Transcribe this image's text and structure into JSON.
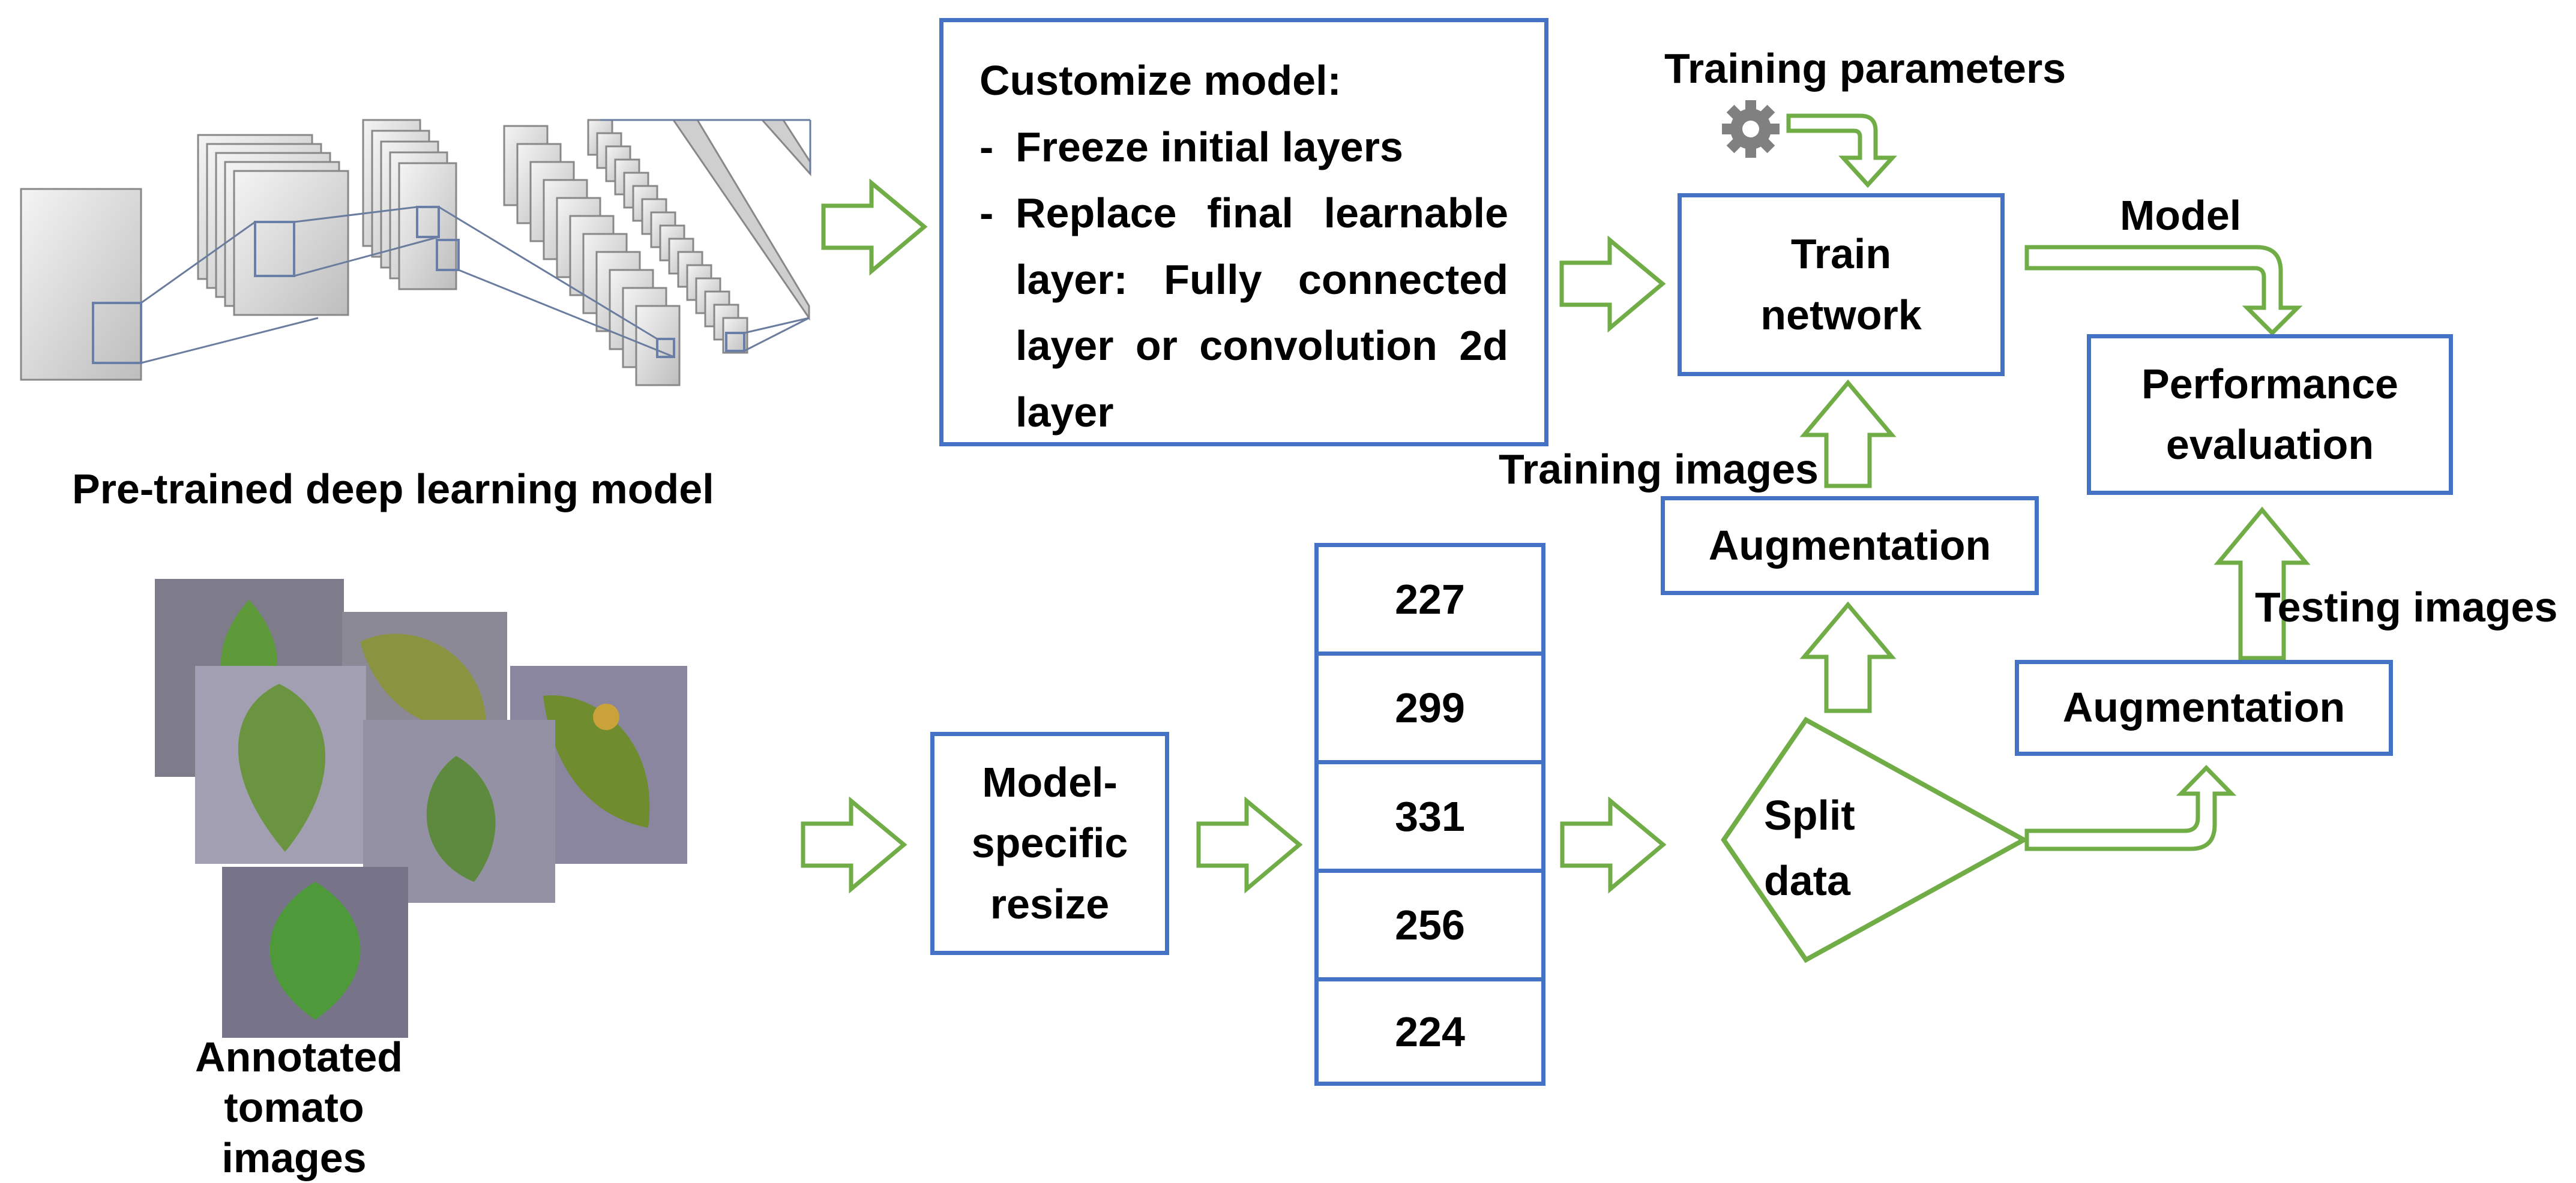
{
  "pretrained_label": "Pre-trained deep learning model",
  "images_label": "Annotated tomato images",
  "customize": {
    "title": "Customize model:",
    "steps": [
      "Freeze initial layers",
      "Replace final learnable layer: Fully connected layer or convolution 2d layer"
    ]
  },
  "training_parameters_label": "Training parameters",
  "train_network_label": "Train network",
  "model_label": "Model",
  "performance_label": "Performance evaluation",
  "training_images_label": "Training images",
  "testing_images_label": "Testing images",
  "augmentation_train_label": "Augmentation",
  "augmentation_test_label": "Augmentation",
  "resize_label": "Model-specific resize",
  "sizes": [
    "227",
    "299",
    "331",
    "256",
    "224"
  ],
  "split_label": "Split data",
  "icons": [
    "gear-icon"
  ],
  "colors": {
    "box_border": "#4472c4",
    "arrow": "#70ad47",
    "gear": "#808080"
  }
}
